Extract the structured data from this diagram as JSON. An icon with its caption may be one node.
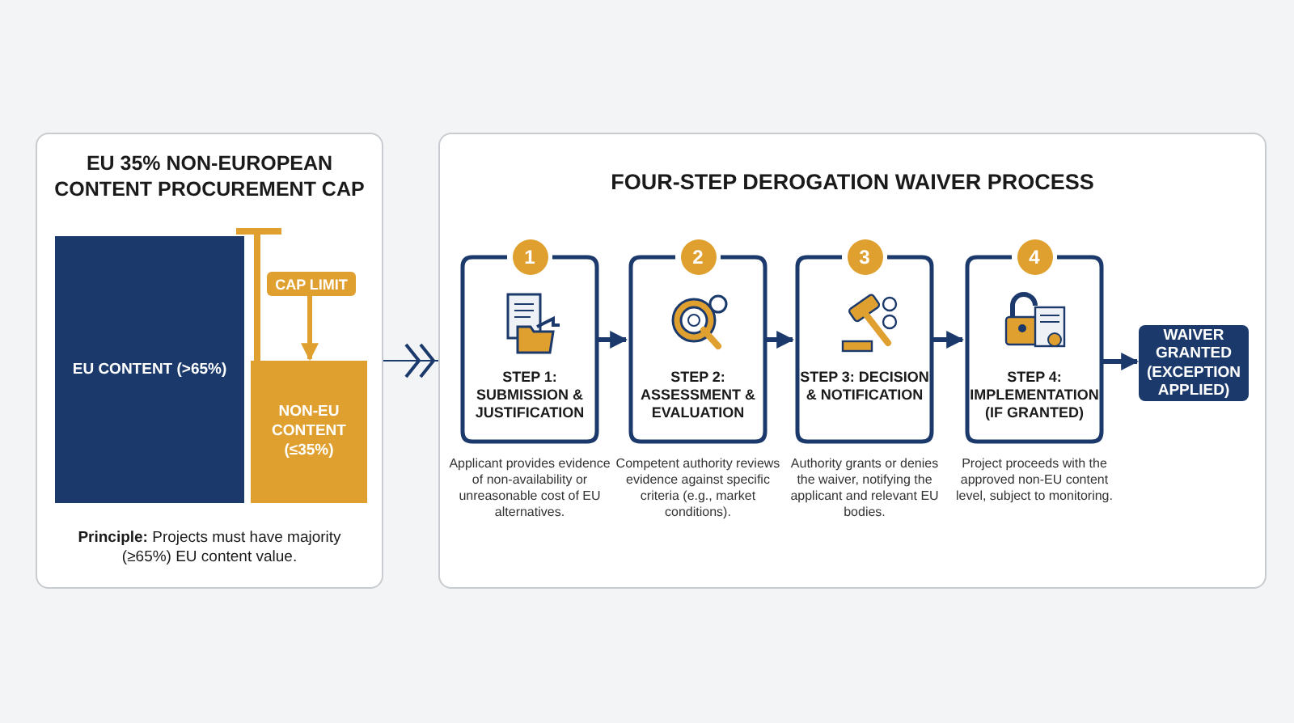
{
  "diagram": {
    "nodes": [
      {
        "text": [
          "EU 35% NON-EUROPEAN CONTENT PROCUREMENT CAP",
          "**Principle:** Projects must have majority (≥65%) EU content value."
        ]
      },
      {
        "text": [
          "EU CONTENT (>65%)"
        ],
        "in": 0
      },
      {
        "text": [
          "NON-EU CONTENT (≤35%)"
        ],
        "in": 0
      },
      {
        "text": [
          "CAP LIMIT"
        ],
        "in": 0
      },
      {
        "text": [
          "FOUR-STEP DEROGATION WAIVER PROCESS"
        ]
      },
      {
        "text": [
          "1",
          "STEP 1: SUBMISSION & JUSTIFICATION"
        ],
        "in": 4,
        "beside": [
          "Applicant provides evidence of non-availability or unreasonable cost of EU alternatives."
        ]
      },
      {
        "text": [
          "2",
          "STEP 2: ASSESSMENT & EVALUATION"
        ],
        "in": 4,
        "beside": [
          "Competent authority reviews evidence against specific criteria (e.g., market conditions)."
        ]
      },
      {
        "text": [
          "3",
          "STEP 3: DECISION & NOTIFICATION"
        ],
        "in": 4,
        "beside": [
          "Authority grants or denies the waiver, notifying the applicant and relevant EU bodies."
        ]
      },
      {
        "text": [
          "4",
          "STEP 4: IMPLEMENTATION (IF GRANTED)"
        ],
        "in": 4,
        "beside": [
          "Project proceeds with the approved non-EU content level, subject to monitoring."
        ]
      },
      {
        "text": [
          "WAIVER GRANTED (EXCEPTION APPLIED)"
        ],
        "in": 4
      }
    ],
    "edges": [
      {
        "from": 3,
        "to": 2,
        "arrow": "to",
        "color": "#e0a030"
      },
      {
        "from": 0,
        "to": 4,
        "arrow": "to"
      },
      {
        "from": 5,
        "to": 6,
        "arrow": "to"
      },
      {
        "from": 6,
        "to": 7,
        "arrow": "to"
      },
      {
        "from": 7,
        "to": 8,
        "arrow": "to"
      },
      {
        "from": 8,
        "to": 9,
        "arrow": "to"
      }
    ]
  }
}
